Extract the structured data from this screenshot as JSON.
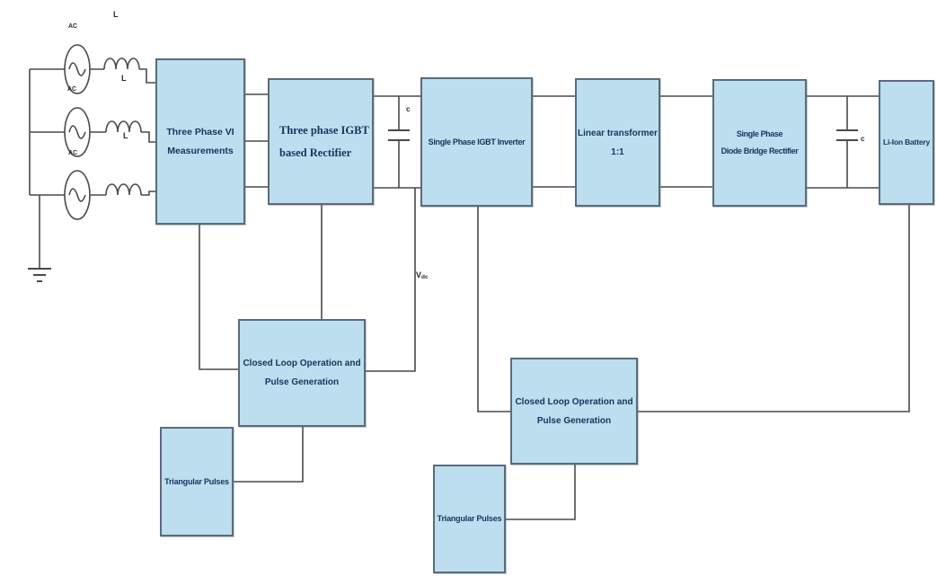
{
  "blocks": {
    "vi_measurements": {
      "lines": [
        "Three Phase VI",
        "Measurements"
      ]
    },
    "igbt_rectifier": {
      "lines": [
        "Three phase IGBT",
        "based Rectifier"
      ]
    },
    "igbt_inverter": {
      "label": "Single Phase IGBT Inverter"
    },
    "linear_transformer": {
      "lines": [
        "Linear transformer",
        "1:1"
      ]
    },
    "diode_bridge_rectifier": {
      "lines": [
        "Single Phase",
        "Diode Bridge Rectifier"
      ]
    },
    "li_ion_battery": {
      "label": "Li-Ion Battery"
    },
    "closed_loop_1": {
      "lines": [
        "Closed Loop Operation and",
        "Pulse Generation"
      ]
    },
    "triangular_pulses_1": {
      "label": "Triangular Pulses"
    },
    "closed_loop_2": {
      "lines": [
        "Closed Loop Operation and",
        "Pulse Generation"
      ]
    },
    "triangular_pulses_2": {
      "label": "Triangular Pulses"
    }
  },
  "labels": {
    "ac_source_1": "AC",
    "ac_source_2": "AC",
    "ac_source_3": "AC",
    "inductor_1": "L",
    "inductor_2": "L",
    "inductor_3": "L",
    "capacitor_1": "c",
    "capacitor_2": "c",
    "vdc_main": "V",
    "vdc_sub": "dc"
  },
  "colors": {
    "block_fill": "#bcdeef",
    "block_border": "#5a6b7c",
    "wire": "#4a4a4a",
    "block_text": "#15355e"
  }
}
